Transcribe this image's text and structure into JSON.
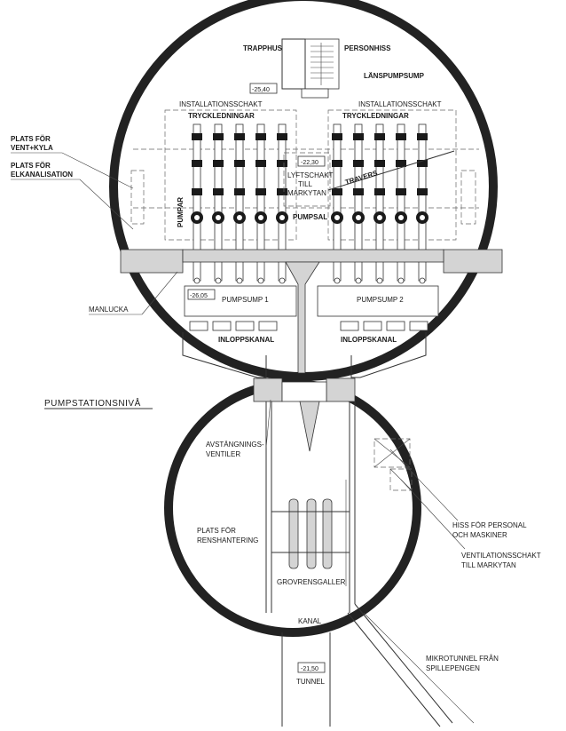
{
  "labels": {
    "trapphus": "TRAPPHUS",
    "personhiss": "PERSONHISS",
    "lanspumpsump": "LÄNSPUMPSUMP",
    "level_top": "-25,40",
    "inst_left": "INSTALLATIONSSCHAKT",
    "inst_right": "INSTALLATIONSSCHAKT",
    "tryck_left": "TRYCKLEDNINGAR",
    "tryck_right": "TRYCKLEDNINGAR",
    "vent_kyla_1": "PLATS FÖR",
    "vent_kyla_2": "VENT+KYLA",
    "elkanal_1": "PLATS FÖR",
    "elkanal_2": "ELKANALISATION",
    "level_mid": "-22,30",
    "lyft_1": "LYFTSCHAKT",
    "lyft_2": "TILL",
    "lyft_3": "MARKYTAN",
    "travers": "TRAVERS",
    "pumpar": "PUMPAR",
    "pumpsal": "PUMPSAL",
    "level_pump": "-26,05",
    "pumpsump1": "PUMPSUMP 1",
    "pumpsump2": "PUMPSUMP 2",
    "manlucka": "MANLUCKA",
    "inlopp_left": "INLOPPSKANAL",
    "inlopp_right": "INLOPPSKANAL",
    "pumpstationsniva": "PUMPSTATIONSNIVÅ",
    "avst_1": "AVSTÄNGNINGS-",
    "avst_2": "VENTILER",
    "rens_1": "PLATS FÖR",
    "rens_2": "RENSHANTERING",
    "hiss_1": "HISS FÖR PERSONAL",
    "hiss_2": "OCH MASKINER",
    "vent_1": "VENTILATIONSSCHAKT",
    "vent_2": "TILL MARKYTAN",
    "grovrens": "GROVRENSGALLER",
    "kanal": "KANAL",
    "mikro_1": "MIKROTUNNEL FRÅN",
    "mikro_2": "SPILLEPENGEN",
    "level_tunnel": "-21,50",
    "tunnel": "TUNNEL"
  },
  "colors": {
    "line": "#222222",
    "fill_gray": "#d4d4d4",
    "background": "#ffffff"
  }
}
